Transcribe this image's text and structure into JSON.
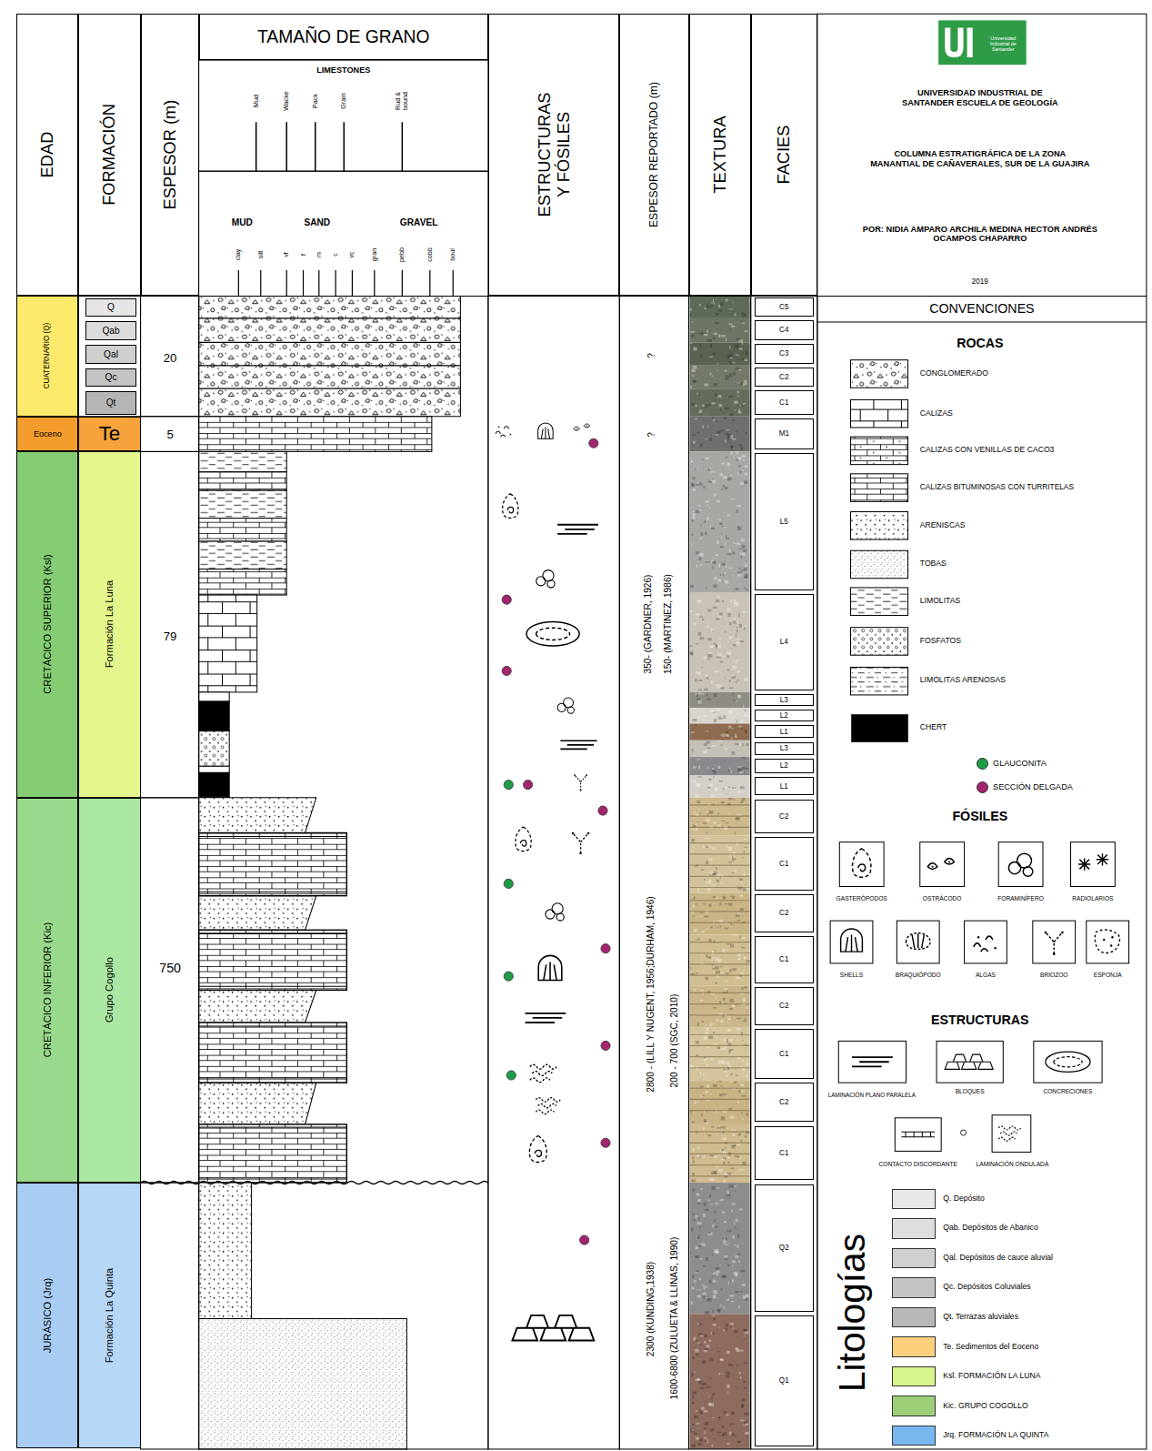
{
  "diagram": {
    "title": "COLUMNA ESTRATIGRÁFICA DE LA ZONA MANANTIAL DE CAÑAVERALES, SUR DE LA GUAJIRA",
    "nodes": [
      {
        "text": [
          "EDAD"
        ]
      },
      {
        "text": [
          "FORMACIÓN"
        ]
      },
      {
        "text": [
          "ESPESOR (m)"
        ]
      },
      {
        "text": [
          "TAMAÑO DE GRANO"
        ]
      },
      {
        "text": [
          "ESTRUCTURAS Y FÓSILES"
        ]
      },
      {
        "text": [
          "ESPESOR REPORTADO (m)"
        ]
      },
      {
        "text": [
          "TEXTURA"
        ]
      },
      {
        "text": [
          "FACIES"
        ]
      },
      {
        "text": [
          "CUATERNARIO (Q)"
        ]
      },
      {
        "text": [
          "Eoceno"
        ]
      },
      {
        "text": [
          "CRETÁCICO SUPERIOR (Ksl)"
        ]
      },
      {
        "text": [
          "CRETÁCICO INFERIOR (Kic)"
        ]
      },
      {
        "text": [
          "JURÁSICO (Jrq)"
        ]
      },
      {
        "text": [
          "Q"
        ]
      },
      {
        "text": [
          "Qab"
        ]
      },
      {
        "text": [
          "Qal"
        ]
      },
      {
        "text": [
          "Qc"
        ]
      },
      {
        "text": [
          "Qt"
        ]
      },
      {
        "text": [
          "Te"
        ]
      },
      {
        "text": [
          "Formación La Luna"
        ]
      },
      {
        "text": [
          "Grupo Cogollo"
        ]
      },
      {
        "text": [
          "Formación La Quinta"
        ]
      },
      {
        "text": [
          "C5"
        ]
      },
      {
        "text": [
          "C4"
        ]
      },
      {
        "text": [
          "C3"
        ]
      },
      {
        "text": [
          "C2"
        ]
      },
      {
        "text": [
          "C1"
        ]
      },
      {
        "text": [
          "M1"
        ]
      },
      {
        "text": [
          "L5"
        ]
      },
      {
        "text": [
          "L4"
        ]
      },
      {
        "text": [
          "L3"
        ]
      },
      {
        "text": [
          "L2"
        ]
      },
      {
        "text": [
          "L1"
        ]
      },
      {
        "text": [
          "L3"
        ]
      },
      {
        "text": [
          "L2"
        ]
      },
      {
        "text": [
          "L1"
        ]
      },
      {
        "text": [
          "C2"
        ]
      },
      {
        "text": [
          "C1"
        ]
      },
      {
        "text": [
          "C2"
        ]
      },
      {
        "text": [
          "C1"
        ]
      },
      {
        "text": [
          "C2"
        ]
      },
      {
        "text": [
          "C1"
        ]
      },
      {
        "text": [
          "C2"
        ]
      },
      {
        "text": [
          "C1"
        ]
      },
      {
        "text": [
          "Q2"
        ]
      },
      {
        "text": [
          "Q1"
        ]
      }
    ],
    "labels": [
      "20",
      "5",
      "79",
      "750",
      "?",
      "?",
      "350- (GARDNER, 1926)",
      "150- (MARTINEZ, 1986)",
      "2800 - (LILL Y NUGENT, 1956;DURHAM, 1946)",
      "200 - 700 (SGC, 2010)",
      "2300 (KUNDING,1938)",
      "1600-6800 (ZULUETA & LLINAS, 1990)",
      "LIMESTONES",
      "Mud",
      "Wacke",
      "Pack",
      "Grain",
      "Rud & bound",
      "MUD",
      "SAND",
      "GRAVEL",
      "clay",
      "silt",
      "vf",
      "f",
      "m",
      "c",
      "vc",
      "gran",
      "pebb",
      "cobb",
      "boul",
      "Universidad Industrial de Santander",
      "UNIVERSIDAD INDUSTRIAL DE SANTANDER ESCUELA DE GEOLOGÍA",
      "POR: NIDIA AMPARO ARCHILA MEDINA HECTOR ANDRÉS OCAMPOS CHAPARRO",
      "2019",
      "CONVENCIONES",
      "ROCAS",
      "FÓSILES",
      "ESTRUCTURAS",
      "Litologías"
    ],
    "legend": [
      {
        "text": "CONGLOMERADO"
      },
      {
        "text": "CALIZAS"
      },
      {
        "text": "CALIZAS CON VENILLAS DE CACO3"
      },
      {
        "text": "CALIZAS BITUMINOSAS CON TURRITELAS"
      },
      {
        "text": "ARENISCAS"
      },
      {
        "text": "TOBAS"
      },
      {
        "text": "LIMOLITAS"
      },
      {
        "text": "FOSFATOS"
      },
      {
        "text": "LIMOLITAS ARENOSAS"
      },
      {
        "text": "CHERT",
        "color": "#000000"
      },
      {
        "text": "GLAUCONITA",
        "color": "#1e9b45"
      },
      {
        "text": "SECCIÓN DELGADA",
        "color": "#a3246f"
      },
      {
        "text": "GASTERÓPODOS"
      },
      {
        "text": "OSTRÁCODO"
      },
      {
        "text": "FORAMINÍFERO"
      },
      {
        "text": "RADIOLARIOS"
      },
      {
        "text": "SHELLS"
      },
      {
        "text": "BRAQUIÓPODO"
      },
      {
        "text": "ALGAS"
      },
      {
        "text": "BRIOZOO"
      },
      {
        "text": "ESPONJA"
      },
      {
        "text": "LAMINACIÓN PLANO PARALELA"
      },
      {
        "text": "BLOQUES"
      },
      {
        "text": "CONCRECIONES"
      },
      {
        "text": "CONTACTO DISCORDANTE"
      },
      {
        "text": "LAMINACIÓN ONDULADA"
      },
      {
        "text": "Q. Depósito",
        "color": "#e8e8e8"
      },
      {
        "text": "Qab. Depósitos de Abanico",
        "color": "#dedede"
      },
      {
        "text": "Qal. Depósitos de cauce aluvial",
        "color": "#d0d0d0"
      },
      {
        "text": "Qc. Depósitos Coluviales",
        "color": "#c4c4c4"
      },
      {
        "text": "Qt. Terrazas aluviales",
        "color": "#b8b8b8"
      },
      {
        "text": "Te. Sedimentos del Eoceno",
        "color": "#fbd07c"
      },
      {
        "text": "Ksl. FORMACIÓN LA LUNA",
        "color": "#d8f58c"
      },
      {
        "text": "Kic. GRUPO COGOLLO",
        "color": "#9ccf78"
      },
      {
        "text": "Jrq. FORMACIÓN LA QUINTA",
        "color": "#79b7f0"
      }
    ]
  }
}
